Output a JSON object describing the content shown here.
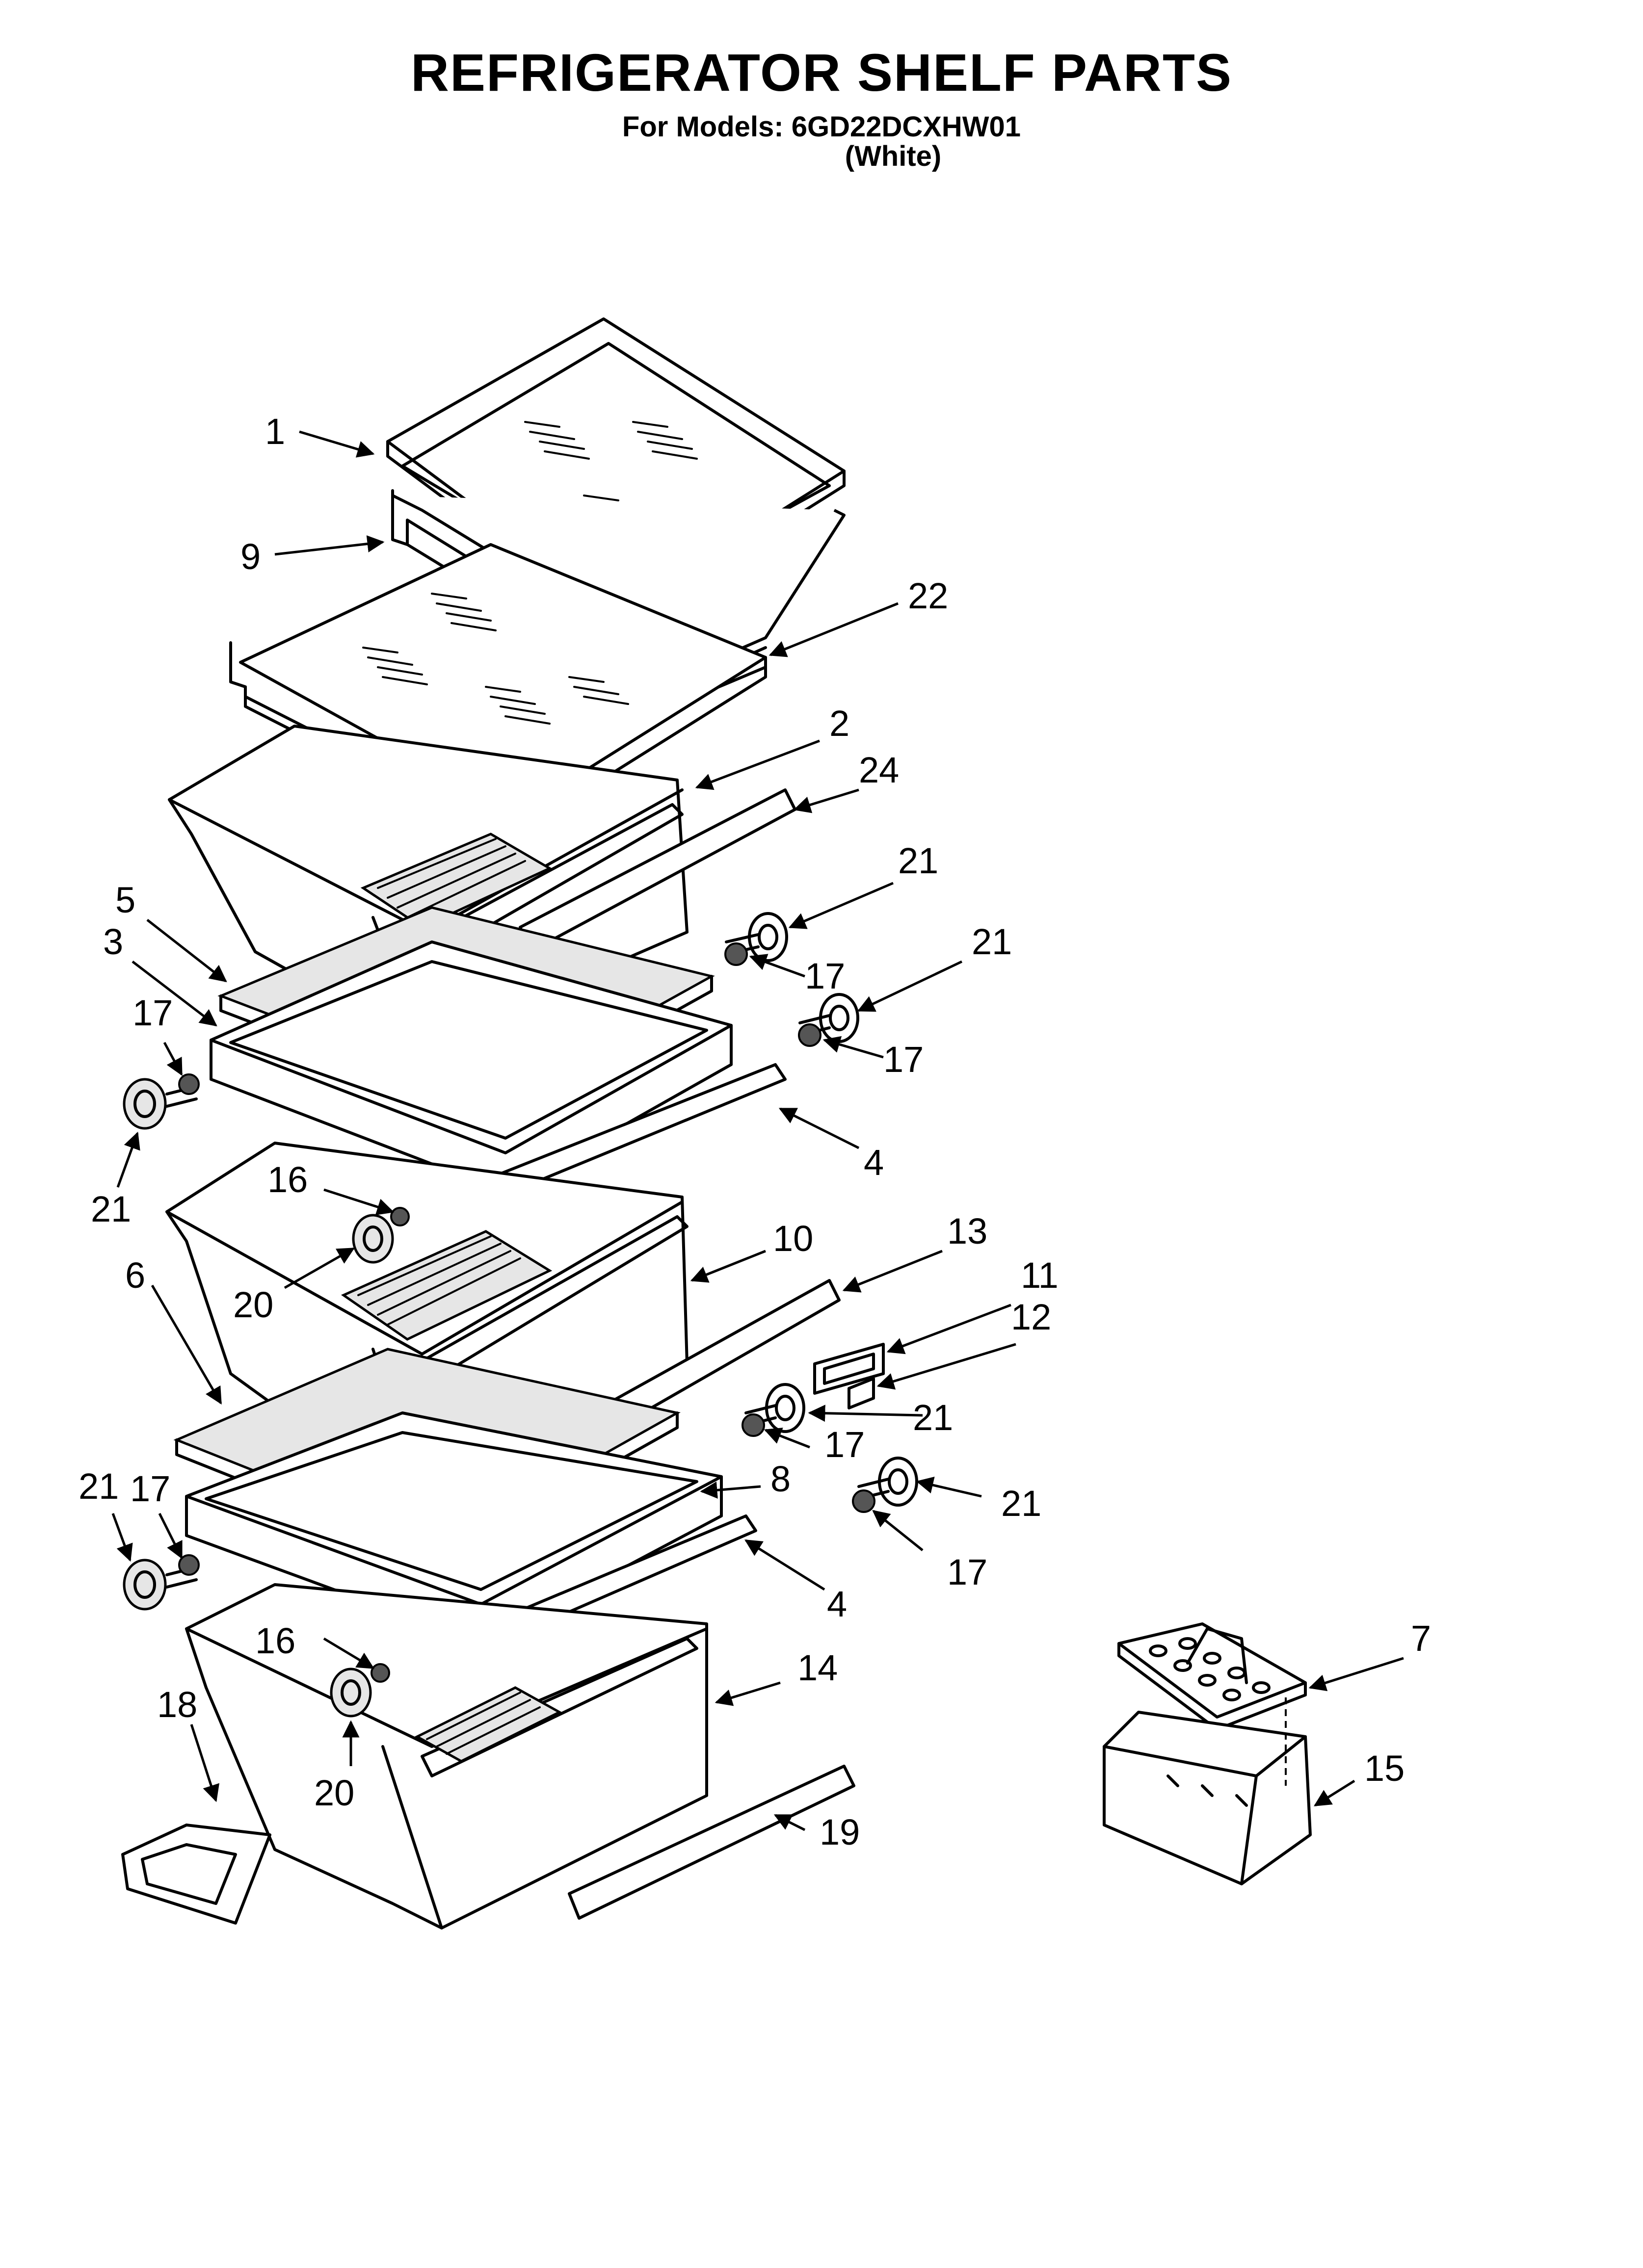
{
  "header": {
    "title": "REFRIGERATOR SHELF PARTS",
    "models_line": "For Models: 6GD22DCXHW01",
    "color_line": "(White)"
  },
  "callouts": {
    "c1": "1",
    "c2": "2",
    "c3": "3",
    "c4a": "4",
    "c4b": "4",
    "c5": "5",
    "c6": "6",
    "c7": "7",
    "c8": "8",
    "c9": "9",
    "c10": "10",
    "c11": "11",
    "c12": "12",
    "c13": "13",
    "c14": "14",
    "c15": "15",
    "c16a": "16",
    "c16b": "16",
    "c17a": "17",
    "c17b": "17",
    "c17c": "17",
    "c17d": "17",
    "c17e": "17",
    "c17f": "17",
    "c18": "18",
    "c19": "19",
    "c20a": "20",
    "c20b": "20",
    "c21a": "21",
    "c21b": "21",
    "c21c": "21",
    "c21d": "21",
    "c21e": "21",
    "c21f": "21",
    "c22": "22",
    "c24": "24"
  }
}
